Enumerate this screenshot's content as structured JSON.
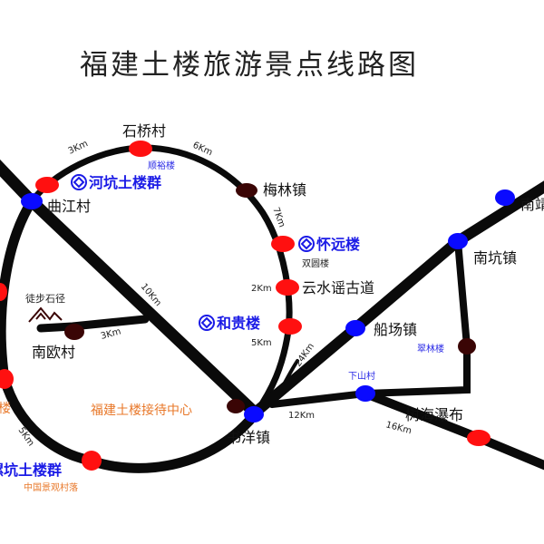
{
  "title": "福建土楼旅游景点线路图",
  "places": {
    "shiqiao": "石桥村",
    "meilin": "梅林镇",
    "qujiang": "曲江村",
    "yunshui": "云水谣古道",
    "nanou": "南欧村",
    "shuyang": "书洋镇",
    "chuanchang": "船场镇",
    "nankeng": "南坑镇",
    "nanjing_partial": "南靖",
    "shuhai": "树海瀑布",
    "tubu": "徒步石径"
  },
  "tulou": {
    "hekeng": "河坑土楼群",
    "huaiyuan": "怀远楼",
    "hegui": "和贵楼",
    "tianluo_partial": "螺坑土楼群"
  },
  "minor": {
    "shunyu": "顺裕楼",
    "shuangyuan": "双圆楼",
    "cuilin": "翠林楼",
    "xiashan": "下山村"
  },
  "orange": {
    "center": "福建土楼接待中心",
    "village": "中国景观村落",
    "left_partial": "楼"
  },
  "distances": {
    "d1": "3Km",
    "d2": "6Km",
    "d3": "7Km",
    "d4": "2Km",
    "d5": "5Km",
    "d6": "10Km",
    "d7": "3Km",
    "d8": "24Km",
    "d9": "12Km",
    "d10": "16Km",
    "d11": "5Km"
  },
  "colors": {
    "road": "#0a0a0a",
    "scenic": "#ff1010",
    "town": "#0a0aff",
    "other": "#3a0505"
  }
}
